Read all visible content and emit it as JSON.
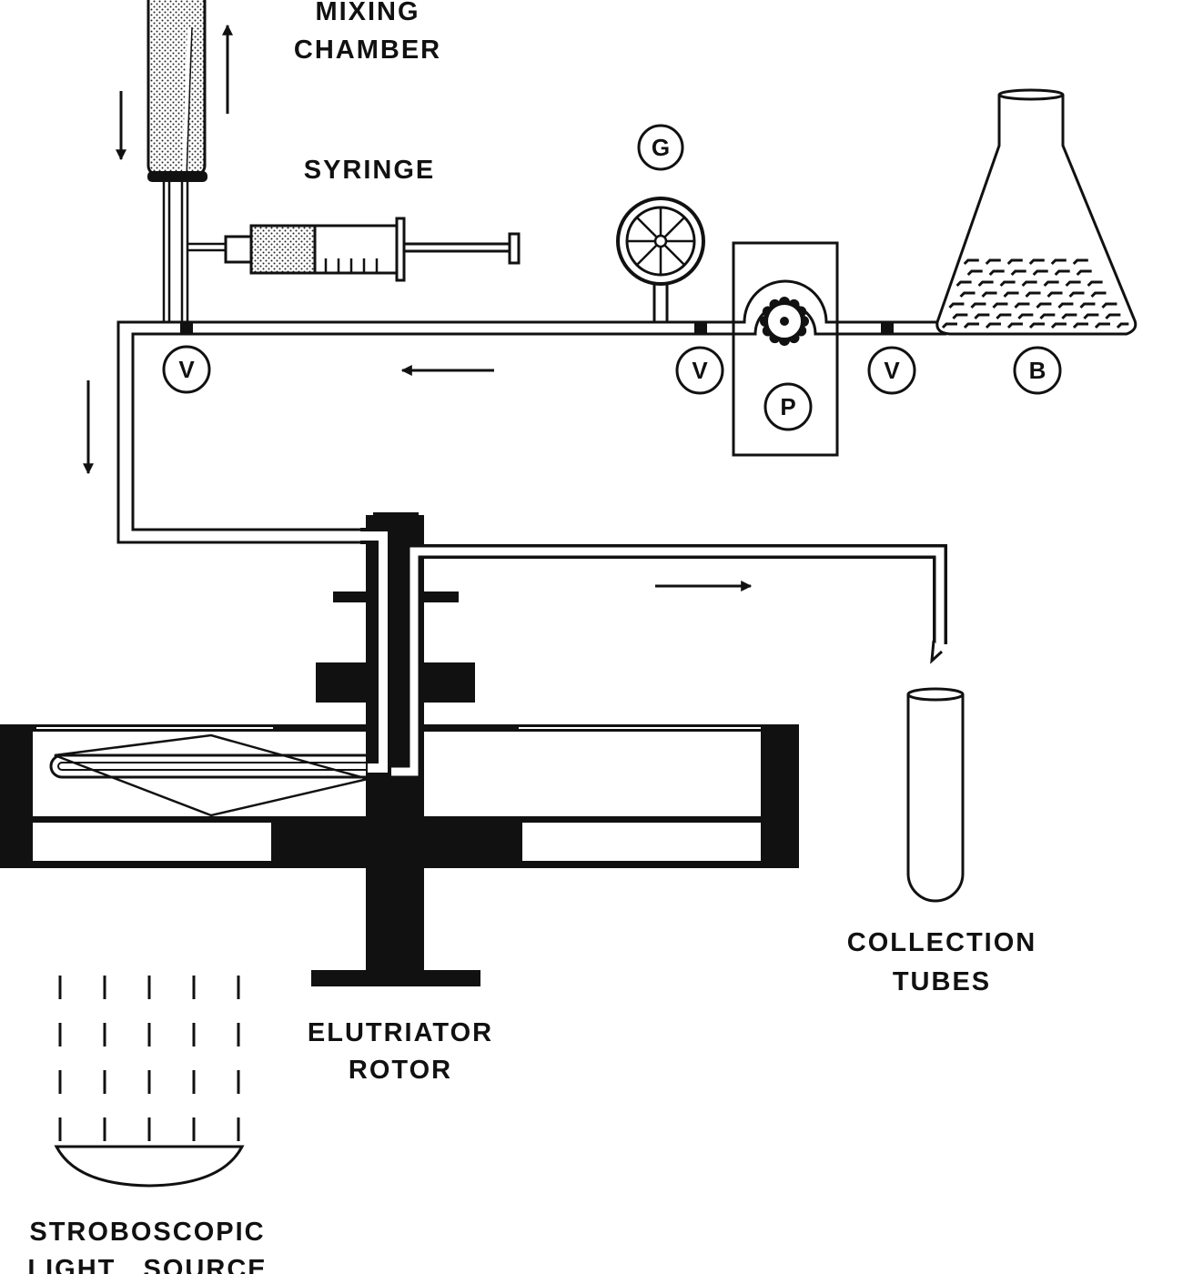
{
  "labels": {
    "mixing_line1": "MIXING",
    "mixing_line2": "CHAMBER",
    "syringe": "SYRINGE",
    "collection_line1": "COLLECTION",
    "collection_line2": "TUBES",
    "elutriator_line1": "ELUTRIATOR",
    "elutriator_line2": "ROTOR",
    "strobo_line1": "STROBOSCOPIC",
    "strobo_line2": "LIGHT   SOURCE"
  },
  "markers": {
    "gauge": "G",
    "pump": "P",
    "bottle": "B",
    "valve": "V"
  },
  "colors": {
    "ink": "#111111",
    "paper": "#ffffff"
  }
}
